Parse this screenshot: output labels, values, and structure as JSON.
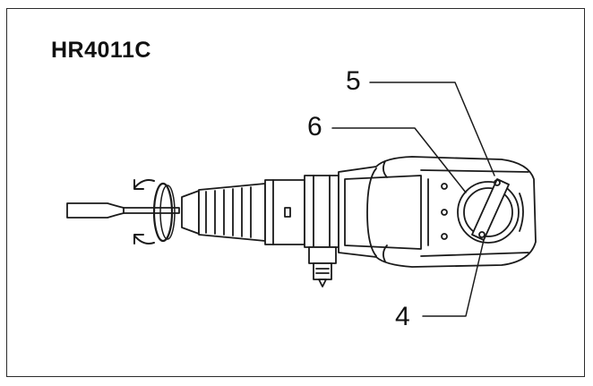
{
  "model_label": "HR4011C",
  "callouts": [
    {
      "id": "5",
      "text": "5"
    },
    {
      "id": "6",
      "text": "6"
    },
    {
      "id": "4",
      "text": "4"
    }
  ],
  "icons": [
    "rotation-arrow-icon"
  ],
  "colors": {
    "line": "#1a1a1a",
    "fill": "#ffffff",
    "border": "#2b2b2b"
  }
}
